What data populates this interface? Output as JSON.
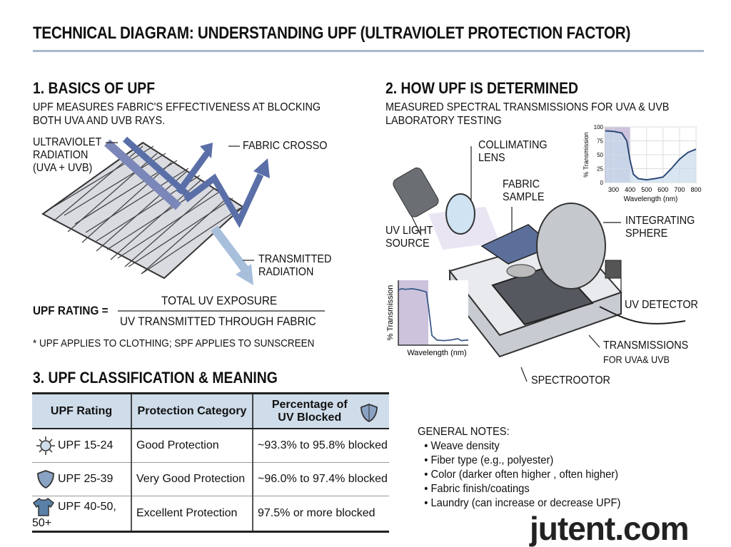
{
  "title": "TECHNICAL DIAGRAM: UNDERSTANDING UPF (ULTRAVIOLET PROTECTION FACTOR)",
  "section1": {
    "heading": "1. BASICS OF UPF",
    "description": [
      "UPF MEASURES FABRIC'S EFFECTIVENESS AT BLOCKING",
      "BOTH UVA AND UVB RAYS."
    ],
    "labels": {
      "uv_radiation": [
        "ULTRAVIOLET",
        "RADIATION",
        "(UVA + UVB)"
      ],
      "fabric": "FABRIC CROSSO",
      "transmitted": [
        "TRANSMITTED",
        "RADIATION"
      ]
    },
    "formula": {
      "lhs": "UPF RATING =",
      "numerator": "TOTAL UV EXPOSURE",
      "denominator": "UV TRANSMITTED THROUGH FABRIC"
    },
    "footnote": "* UPF APPLIES TO CLOTHING; SPF APPLIES TO SUNSCREEN"
  },
  "section2": {
    "heading": "2. HOW UPF IS DETERMINED",
    "description": [
      "MEASURED SPECTRAL TRANSMISSIONS FOR UVA & UVB",
      "LABORATORY TESTING"
    ],
    "labels": {
      "lens": [
        "COLLIMATING",
        "LENS"
      ],
      "sample": [
        "FABRIC",
        "SAMPLE"
      ],
      "source": [
        "UV LIGHT",
        "SOURCE"
      ],
      "sphere": [
        "INTEGRATING",
        "SPHERE"
      ],
      "detector": "UV DETECTOR",
      "transmissions": "TRANSMISSIONS",
      "transmissions_sub": "FOR UVA& UVB",
      "spectro": "SPECTROOTOR"
    },
    "chart_data": [
      {
        "type": "line",
        "xlabel": "Wavelength (nm)",
        "ylabel": "% Transmission",
        "xlim": [
          250,
          800
        ],
        "ylim": [
          0,
          100
        ],
        "xticks": [
          "300",
          "400",
          "500",
          "600",
          "700",
          "800"
        ],
        "yticks": [
          "0",
          "25",
          "50",
          "75",
          "100"
        ],
        "shaded_range": [
          250,
          400
        ],
        "x": [
          250,
          300,
          350,
          380,
          400,
          420,
          450,
          500,
          550,
          600,
          650,
          700,
          750,
          800
        ],
        "y": [
          93,
          92,
          89,
          75,
          40,
          15,
          7,
          5,
          7,
          10,
          25,
          42,
          54,
          60
        ]
      },
      {
        "type": "line",
        "xlabel": "Wavelength (nm)",
        "ylabel": "% Transmission",
        "x": [
          0,
          5,
          10,
          20,
          30,
          40,
          43,
          48,
          55,
          65,
          75,
          85,
          90,
          100
        ],
        "y": [
          85,
          87,
          86,
          87,
          85,
          82,
          60,
          15,
          8,
          7,
          8,
          10,
          7,
          8
        ]
      }
    ]
  },
  "section3": {
    "heading": "3. UPF CLASSIFICATION & MEANING",
    "columns": [
      "UPF Rating",
      "Protection Category",
      "Percentage of UV Blocked"
    ],
    "rows": [
      {
        "icon": "sun-icon",
        "rating": "UPF 15-24",
        "category": "Good Protection",
        "blocked": "~93.3% to 95.8% blocked"
      },
      {
        "icon": "shield-icon",
        "rating": "UPF 25-39",
        "category": "Very Good Protection",
        "blocked": "~96.0% to 97.4% blocked"
      },
      {
        "icon": "tshirt-icon",
        "rating": "UPF 40-50, 50+",
        "category": "Excellent Protection",
        "blocked": "97.5% or more blocked"
      }
    ]
  },
  "notes": {
    "heading": "GENERAL NOTES:",
    "items": [
      "• Weave density",
      "• Fiber type (e.g., polyester)",
      "• Color (darker often higher , often higher)",
      "• Fabric finish/coatings",
      "• Laundry (can increase or decrease UPF)"
    ]
  },
  "watermark": "jutent.com",
  "colors": {
    "accent": "#5a6fa8",
    "table_header": "#cfdcea",
    "rule": "#a9b8cc",
    "chart_fill": "#c9dced",
    "uv_band": "#cdc3dd"
  }
}
